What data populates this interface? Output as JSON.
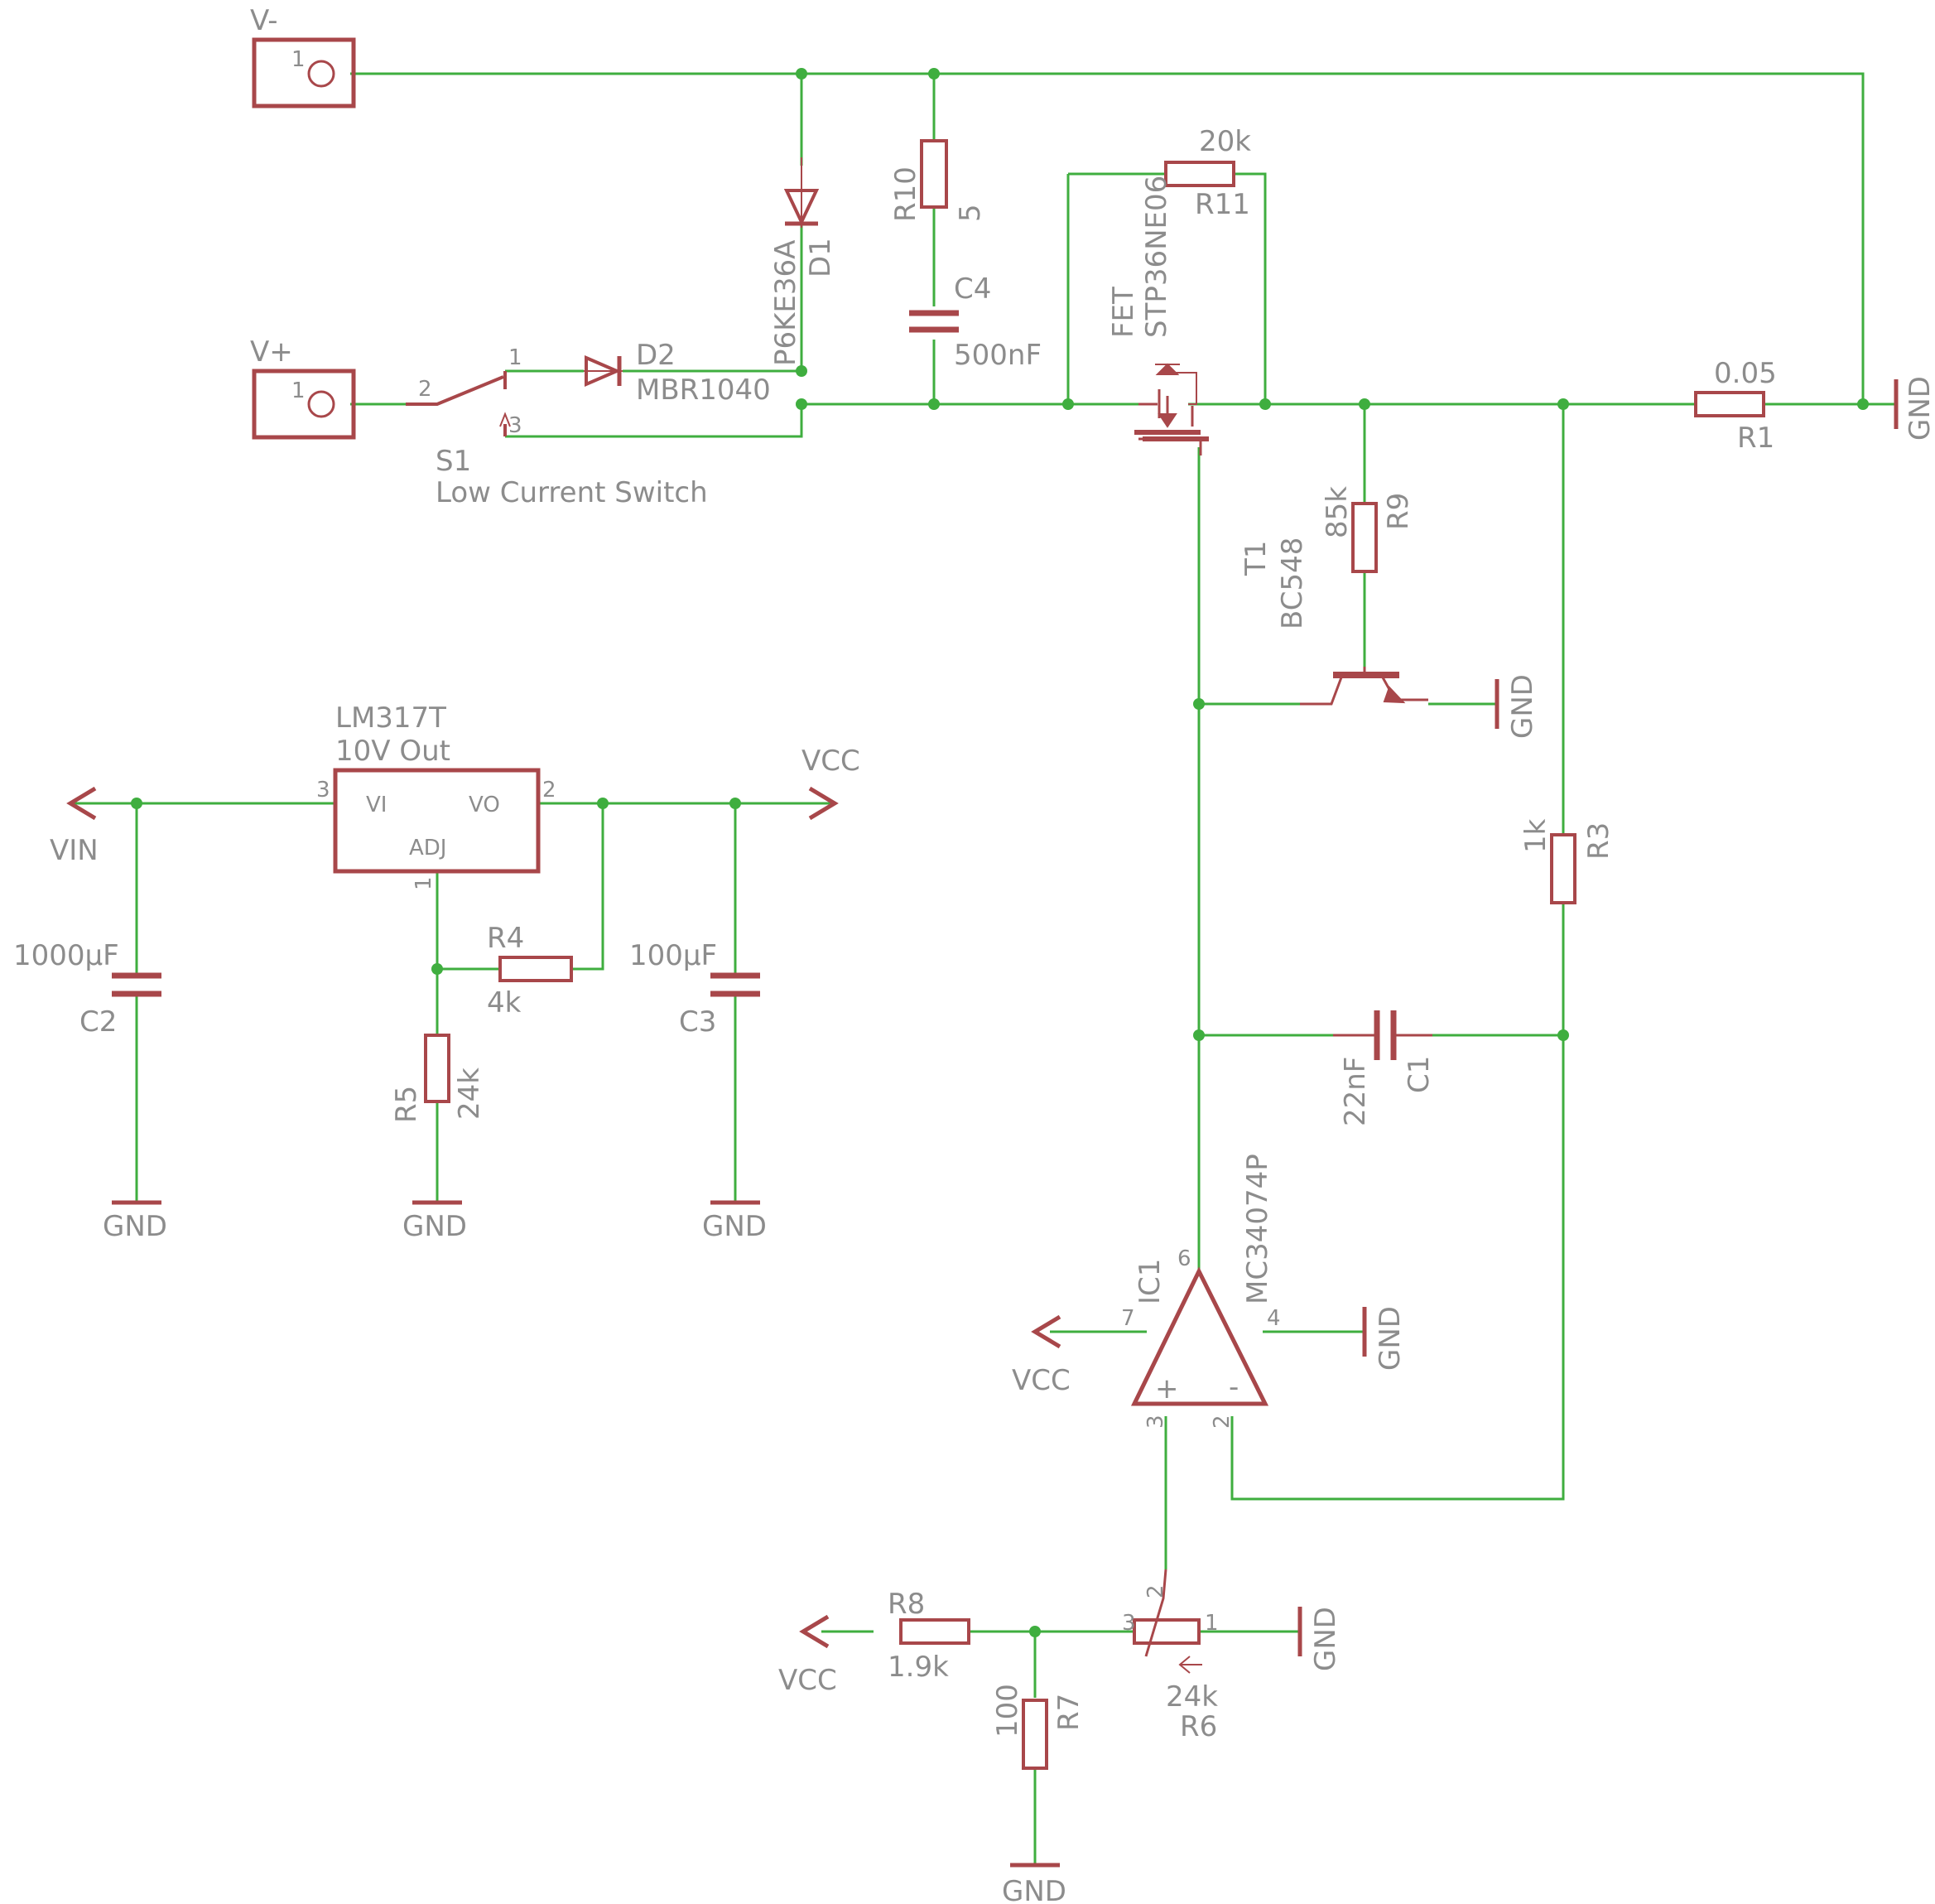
{
  "colors": {
    "wire": "#3fae3f",
    "part": "#a8474a",
    "text": "#8c8c8c",
    "background": "#ffffff"
  },
  "labels": {
    "v_minus": "V-",
    "v_plus": "V+",
    "pin1": "1",
    "pin2": "2",
    "pin3": "3",
    "pin4": "4",
    "pin6": "6",
    "pin7": "7",
    "d1_name": "D1",
    "d1_value": "P6KE36A",
    "d2_name": "D2",
    "d2_value": "MBR1040",
    "s1_name": "S1",
    "s1_value": "Low Current Switch",
    "r10_name": "R10",
    "r10_value": "5",
    "c4_name": "C4",
    "c4_value": "500nF",
    "r11_name": "R11",
    "r11_value": "20k",
    "fet_name": "FET",
    "fet_value": "STP36NE06",
    "r1_name": "R1",
    "r1_value": "0.05",
    "r9_name": "R9",
    "r9_value": "85k",
    "t1_name": "T1",
    "t1_value": "BC548",
    "r3_name": "R3",
    "r3_value": "1k",
    "c1_name": "C1",
    "c1_value": "22nF",
    "ic1_name": "IC1",
    "ic1_value": "MC34074P",
    "plus": "+",
    "minus": "-",
    "reg_name": "LM317T",
    "reg_value": "10V Out",
    "reg_vi": "VI",
    "reg_vo": "VO",
    "reg_adj": "ADJ",
    "vin": "VIN",
    "vcc": "VCC",
    "gnd": "GND",
    "c2_name": "C2",
    "c2_value": "1000µF",
    "c3_name": "C3",
    "c3_value": "100µF",
    "r4_name": "R4",
    "r4_value": "4k",
    "r5_name": "R5",
    "r5_value": "24k",
    "r8_name": "R8",
    "r8_value": "1.9k",
    "r7_name": "R7",
    "r7_value": "100",
    "r6_name": "R6",
    "r6_value": "24k"
  }
}
